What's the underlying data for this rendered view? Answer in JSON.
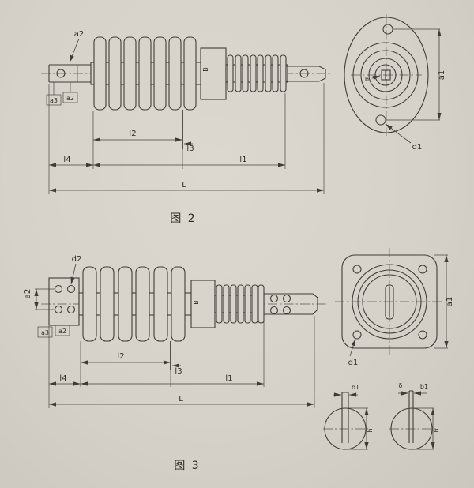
{
  "colors": {
    "paper": "#d6d2ca",
    "ink": "#3f3c38"
  },
  "fig2": {
    "caption": "图 2",
    "labels": {
      "a2_top": "a2",
      "a3_box": "a3",
      "a2_box": "a2",
      "l2": "l2",
      "l3": "l3",
      "l4": "l4",
      "l1": "l1",
      "L": "L",
      "B": "B",
      "b1": "b1",
      "a1": "a1",
      "d1": "d1"
    }
  },
  "fig3": {
    "caption": "图 3",
    "labels": {
      "d2": "d2",
      "a2_vert": "a2",
      "a3_box": "a3",
      "a2_box": "a2",
      "l2": "l2",
      "l3": "l3",
      "l4": "l4",
      "l1": "l1",
      "L": "L",
      "B": "B",
      "a1": "a1",
      "d1": "d1",
      "det_b1_left": "b1",
      "det_delta": "δ",
      "det_b1_right": "b1",
      "det_h_left": "h",
      "det_h_right": "h"
    }
  }
}
